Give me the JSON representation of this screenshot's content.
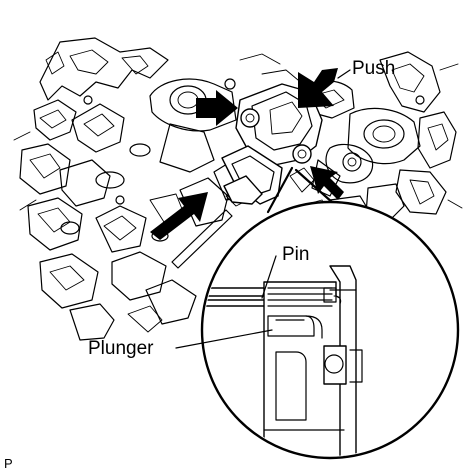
{
  "labels": {
    "push": "Push",
    "pin": "Pin",
    "plunger": "Plunger"
  },
  "reference_code": "P",
  "icons": {
    "push_arrows": "arrow-icon",
    "insert_arrow": "arrow-icon"
  }
}
